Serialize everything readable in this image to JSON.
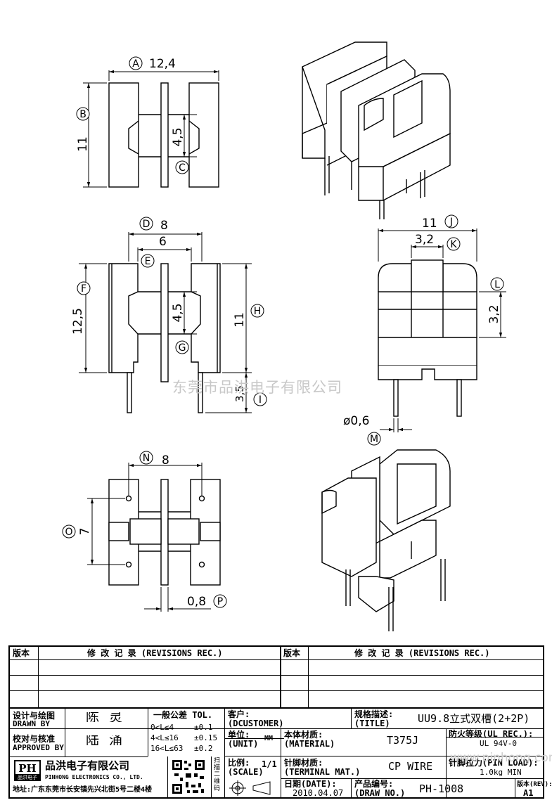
{
  "dimensions": {
    "A": {
      "label": "A",
      "value": "12,4"
    },
    "B": {
      "label": "B",
      "value": "11"
    },
    "C": {
      "label": "C",
      "value": "4,5"
    },
    "D": {
      "label": "D",
      "value": "8"
    },
    "E": {
      "label": "E",
      "value": "6"
    },
    "F": {
      "label": "F",
      "value": "12,5"
    },
    "G": {
      "label": "G",
      "value": "4,5"
    },
    "H": {
      "label": "H",
      "value": "11"
    },
    "I": {
      "label": "I",
      "value": "3,5"
    },
    "J": {
      "label": "J",
      "value": "11"
    },
    "K": {
      "label": "K",
      "value": "3,2"
    },
    "L": {
      "label": "L",
      "value": "3,2"
    },
    "M": {
      "label": "M",
      "value": "ø0,6"
    },
    "N": {
      "label": "N",
      "value": "8"
    },
    "O": {
      "label": "O",
      "value": "7"
    },
    "P": {
      "label": "P",
      "value": "0,8"
    }
  },
  "watermark": {
    "company": "东莞市品洪电子有限公司",
    "url": "www.pinhong.com.tw"
  },
  "title_block": {
    "rev_header": "版本",
    "revisions_header": "修 改 记 录 (REVISIONS REC.)",
    "rev_header_2": "版本",
    "revisions_header_2": "修 改 记 录 (REVISIONS REC.)",
    "designed_label_cn": "设计与绘图",
    "designed_label_en": "DRAWN BY",
    "designed_by": "陈 灵",
    "approved_label_cn": "校对与核准",
    "approved_label_en": "APPROVED BY",
    "approved_by": "陆 涌",
    "tol_header": "一般公差 TOL.",
    "tol_rows": [
      {
        "range": "0<L≤4",
        "tol": "±0.1"
      },
      {
        "range": "4<L≤16",
        "tol": "±0.15"
      },
      {
        "range": "16<L≤63",
        "tol": "±0.2"
      }
    ],
    "customer_label": "客户:",
    "customer_label_en": "(DCUSTOMER)",
    "unit_label": "单位:",
    "unit_label_en": "(UNIT)",
    "unit_value": "MM",
    "scale_label": "比例:",
    "scale_label_en": "(SCALE)",
    "scale_value": "1/1",
    "title_label": "规格描述:",
    "title_label_en": "(TITLE)",
    "title_value": "UU9.8立式双槽(2+2P)",
    "material_label": "本体材质:",
    "material_label_en": "(MATERIAL)",
    "material_value": "T375J",
    "flame_label": "防火等级(UL REC.):",
    "flame_value": "UL 94V-0",
    "terminal_label": "针脚材质:",
    "terminal_label_en": "(TERMINAL MAT.)",
    "terminal_value": "CP WIRE",
    "pin_load_label": "针脚拉力(PIN LOAD):",
    "pin_load_value": "1.0kg MIN",
    "date_label": "日期(DATE):",
    "date_value": "2010.04.07",
    "drawno_label": "产品编号:",
    "drawno_label_en": "(DRAW NO.)",
    "drawno_value": "PH-1008",
    "version_label": "版本(REV):",
    "version_value": "A1",
    "company_logo": "PH",
    "company_logo_sub": "品洪电子",
    "company_cn": "品洪电子有限公司",
    "company_en": "PINHONG ELECTRONICS CO., LTD.",
    "address": "地址:广东东莞市长安镇先兴北街5号二楼4楼",
    "qr_caption": "扫描二维码"
  }
}
